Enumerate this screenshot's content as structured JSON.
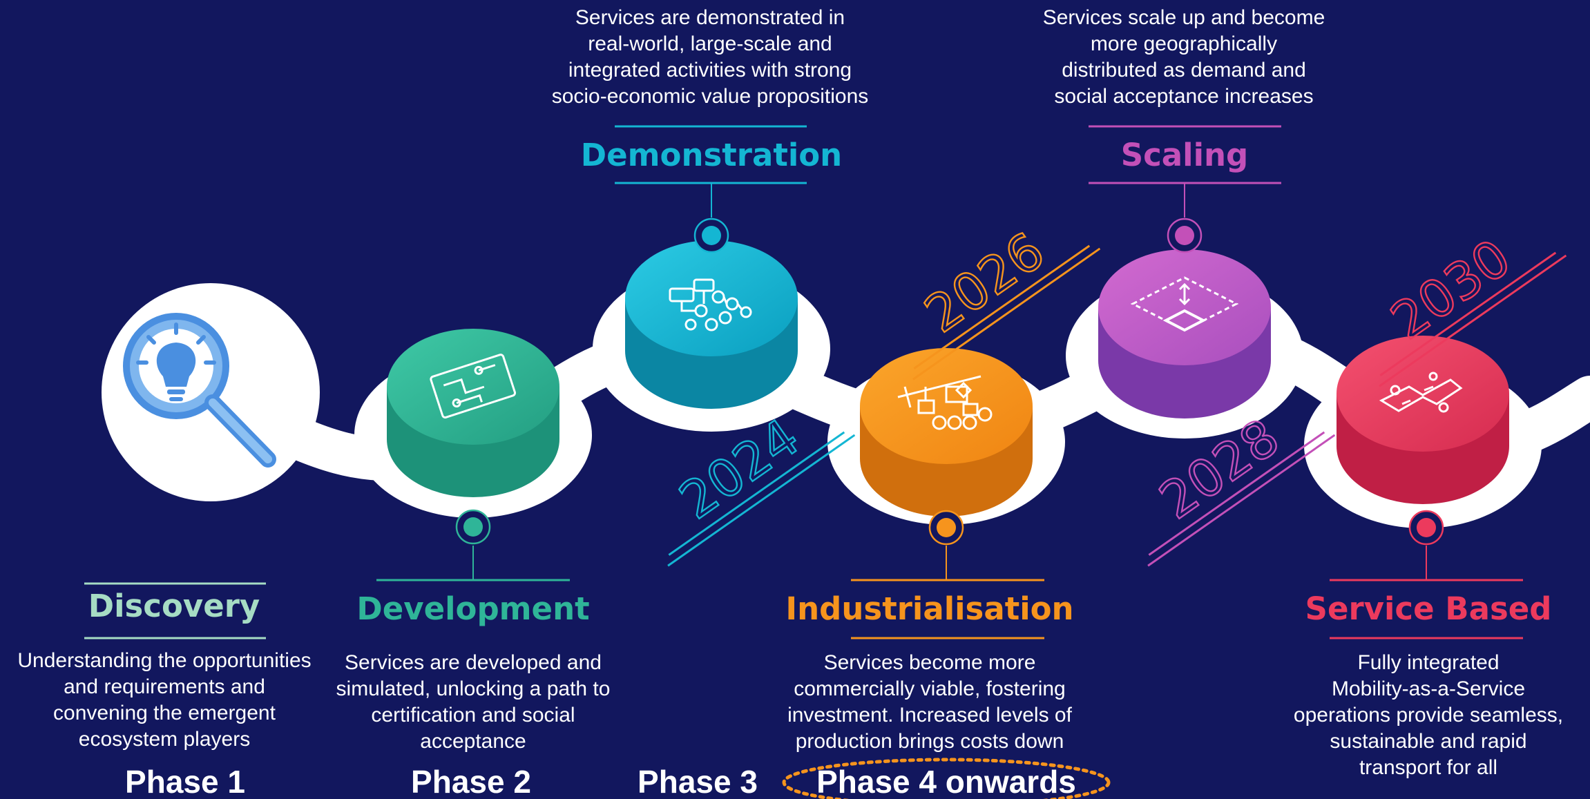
{
  "colors": {
    "background": "#12175e",
    "discovery": "#a6dcc4",
    "development": "#2fb598",
    "demonstration": "#14b6d3",
    "industrialisation": "#f6941d",
    "scaling": "#c350b8",
    "service_based": "#ec3a5d",
    "track": "#ffffff"
  },
  "stages": [
    {
      "title": "Discovery",
      "icon": "lightbulb-magnifier-icon",
      "description": [
        "Understanding the opportunities",
        "and requirements and",
        "convening the emergent",
        "ecosystem players"
      ]
    },
    {
      "title": "Development",
      "icon": "circuit-blueprint-icon",
      "description": [
        "Services are developed and",
        "simulated, unlocking a path to",
        "certification and social",
        "acceptance"
      ]
    },
    {
      "title": "Demonstration",
      "icon": "flow-network-icon",
      "description": [
        "Services are demonstrated in",
        "real-world, large-scale and",
        "integrated activities with strong",
        "socio-economic value propositions"
      ]
    },
    {
      "title": "Industrialisation",
      "icon": "production-line-icon",
      "description": [
        "Services become more",
        "commercially viable, fostering",
        "investment. Increased levels of",
        "production brings costs down"
      ]
    },
    {
      "title": "Scaling",
      "icon": "scale-up-box-icon",
      "description": [
        "Services scale up and become",
        "more geographically",
        "distributed as demand and",
        "social acceptance increases"
      ]
    },
    {
      "title": "Service Based",
      "icon": "mobility-service-icon",
      "description": [
        "Fully integrated",
        "Mobility-as-a-Service",
        "operations provide seamless,",
        "sustainable and rapid",
        "transport for all"
      ]
    }
  ],
  "years": [
    "2024",
    "2026",
    "2028",
    "2030"
  ],
  "phases": [
    "Phase 1",
    "Phase 2",
    "Phase 3",
    "Phase 4 onwards"
  ]
}
